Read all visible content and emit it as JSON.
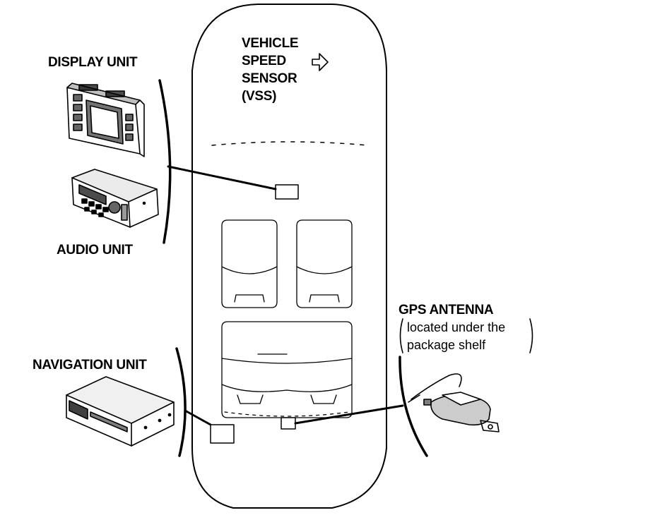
{
  "labels": {
    "vss_line1": "VEHICLE",
    "vss_line2": "SPEED",
    "vss_line3": "SENSOR",
    "vss_line4": "(VSS)",
    "display_unit": "DISPLAY UNIT",
    "audio_unit": "AUDIO UNIT",
    "navigation_unit": "NAVIGATION UNIT",
    "gps_antenna": "GPS ANTENNA",
    "gps_note_line1": "located under the",
    "gps_note_line2": "package shelf"
  },
  "icons": {
    "front_arrow": "front-direction-arrow-icon"
  },
  "colors": {
    "ink": "#000000",
    "paper": "#ffffff"
  }
}
